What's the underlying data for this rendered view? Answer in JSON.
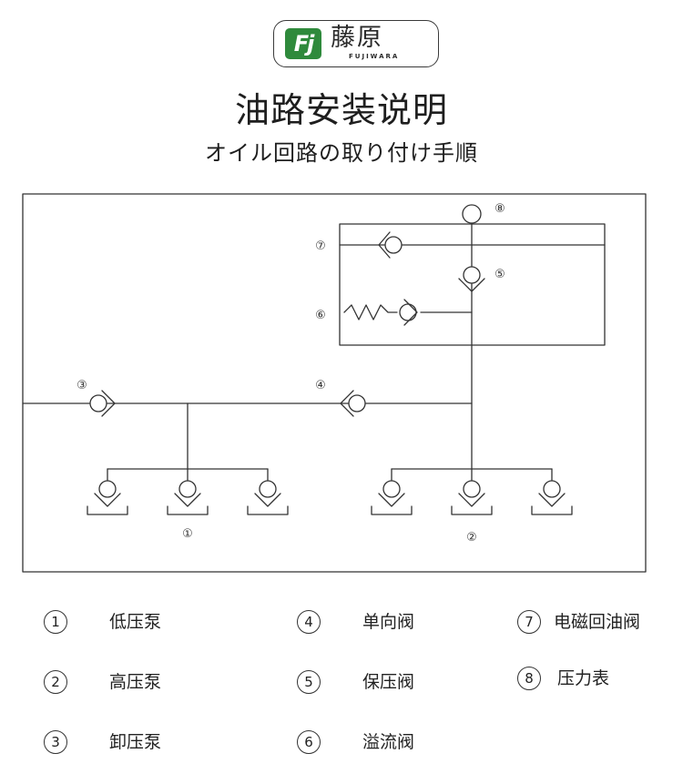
{
  "header": {
    "logo_mark": "Fj",
    "logo_cn": "藤原",
    "logo_en": "FUJIWARA",
    "title": "油路安装说明",
    "subtitle": "オイル回路の取り付け手順"
  },
  "diagram": {
    "callouts": [
      "①",
      "②",
      "③",
      "④",
      "⑤",
      "⑥",
      "⑦",
      "⑧"
    ]
  },
  "legend": [
    {
      "num": "1",
      "label": "低压泵"
    },
    {
      "num": "2",
      "label": "高压泵"
    },
    {
      "num": "3",
      "label": "卸压泵"
    },
    {
      "num": "4",
      "label": "单向阀"
    },
    {
      "num": "5",
      "label": "保压阀"
    },
    {
      "num": "6",
      "label": "溢流阀"
    },
    {
      "num": "7",
      "label": "电磁回油阀"
    },
    {
      "num": "8",
      "label": "压力表"
    }
  ]
}
